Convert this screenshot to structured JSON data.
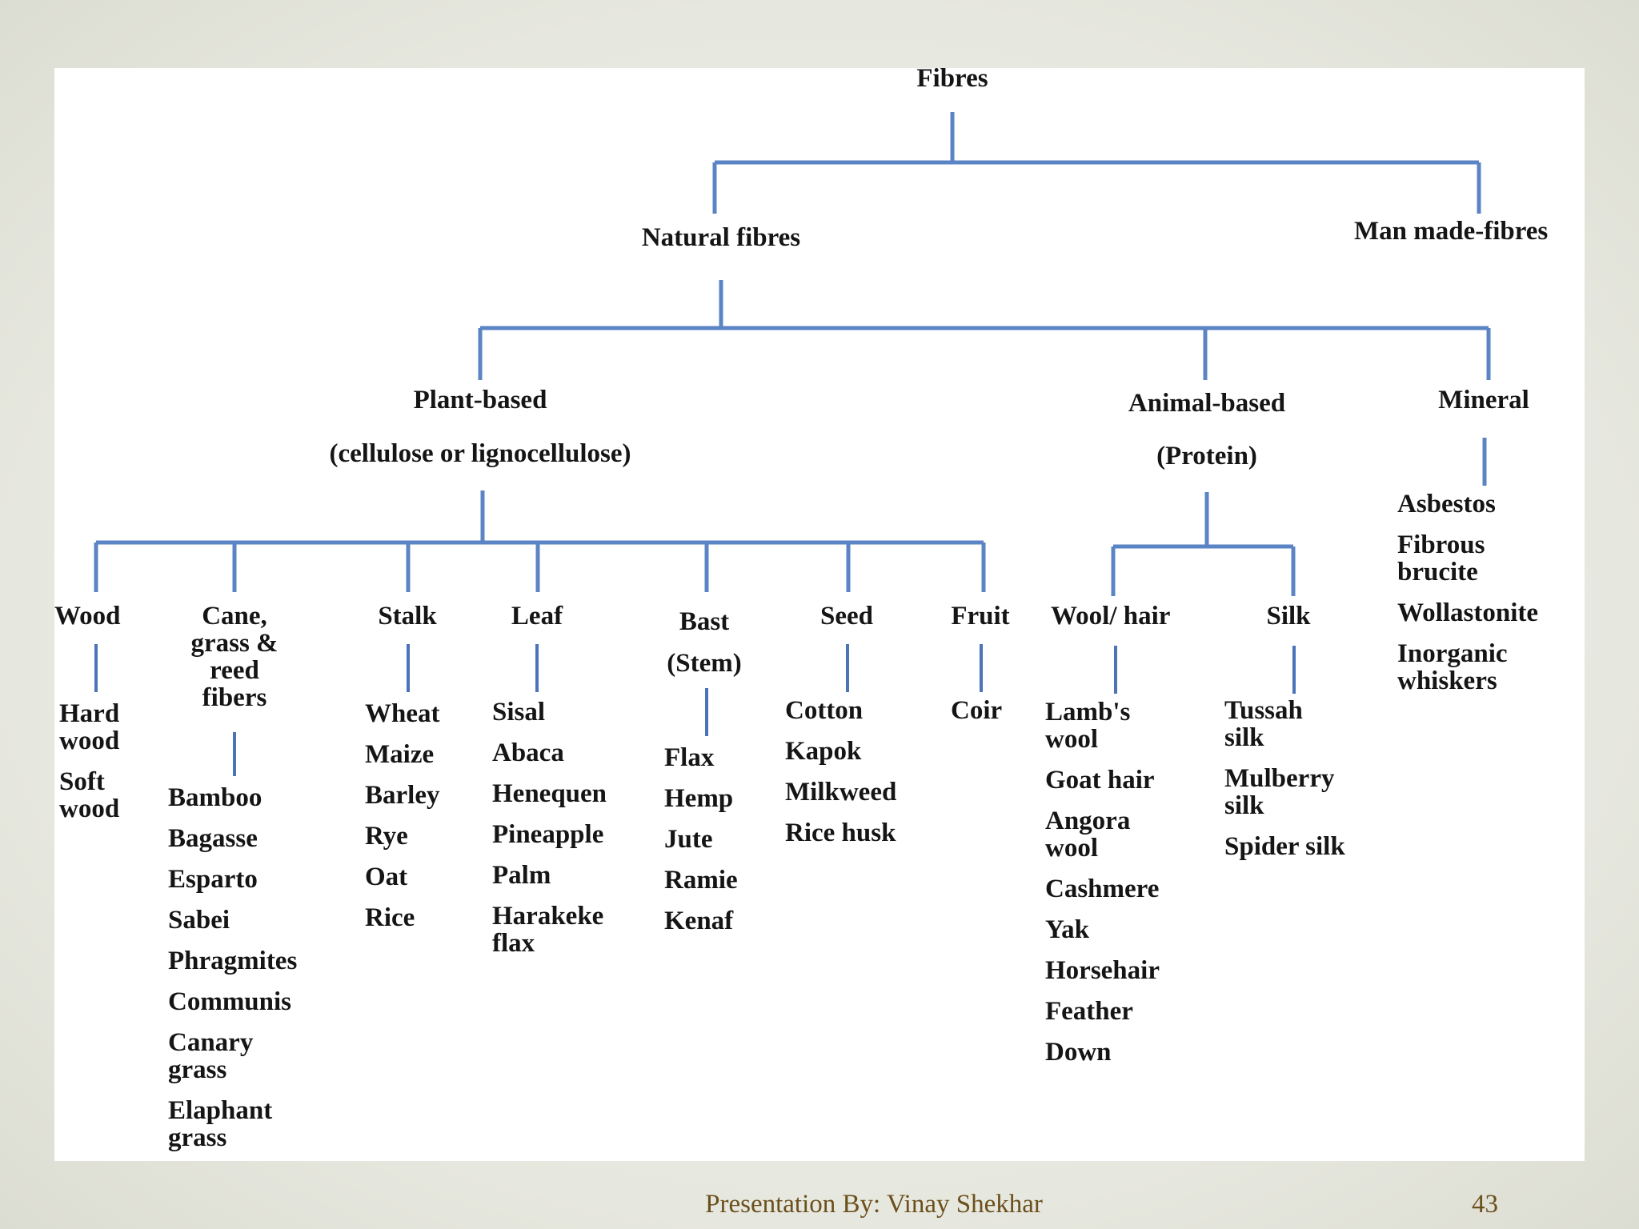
{
  "diagram": {
    "root": "Fibres",
    "level1": {
      "natural": "Natural fibres",
      "manmade": "Man made-fibres"
    },
    "level2": {
      "plant": {
        "title": "Plant-based",
        "subtitle": "(cellulose or lignocellulose)"
      },
      "animal": {
        "title": "Animal-based",
        "subtitle": "(Protein)"
      },
      "mineral": {
        "title": "Mineral"
      }
    },
    "plant_categories": [
      {
        "label": "Wood",
        "items": [
          "Hard\nwood",
          "Soft\nwood"
        ]
      },
      {
        "label": "Cane,\ngrass &\nreed\nfibers",
        "items": [
          "Bamboo",
          "Bagasse",
          "Esparto",
          "Sabei",
          "Phragmites",
          "Communis",
          "Canary\ngrass",
          "Elaphant\ngrass"
        ]
      },
      {
        "label": "Stalk",
        "items": [
          "Wheat",
          "Maize",
          "Barley",
          "Rye",
          "Oat",
          "Rice"
        ]
      },
      {
        "label": "Leaf",
        "items": [
          "Sisal",
          "Abaca",
          "Henequen",
          "Pineapple",
          "Palm",
          "Harakeke\nflax"
        ]
      },
      {
        "label": "Bast\n(Stem)",
        "items": [
          "Flax",
          "Hemp",
          "Jute",
          "Ramie",
          "Kenaf"
        ]
      },
      {
        "label": "Seed",
        "items": [
          "Cotton",
          "Kapok",
          "Milkweed",
          "Rice husk"
        ]
      },
      {
        "label": "Fruit",
        "items": [
          "Coir"
        ]
      }
    ],
    "animal_categories": [
      {
        "label": "Wool/ hair",
        "items": [
          "Lamb's\nwool",
          "Goat hair",
          "Angora\nwool",
          "Cashmere",
          "Yak",
          "Horsehair",
          "Feather",
          "Down"
        ]
      },
      {
        "label": "Silk",
        "items": [
          "Tussah\nsilk",
          "Mulberry\nsilk",
          "Spider silk"
        ]
      }
    ],
    "mineral_items": [
      "Asbestos",
      "Fibrous\nbrucite",
      "Wollastonite",
      "Inorganic\nwhiskers"
    ]
  },
  "footer": {
    "text": "Presentation By: Vinay Shekhar",
    "page": "43"
  },
  "colors": {
    "line": "#5b84c4",
    "footer_text": "#6b4f1d"
  }
}
